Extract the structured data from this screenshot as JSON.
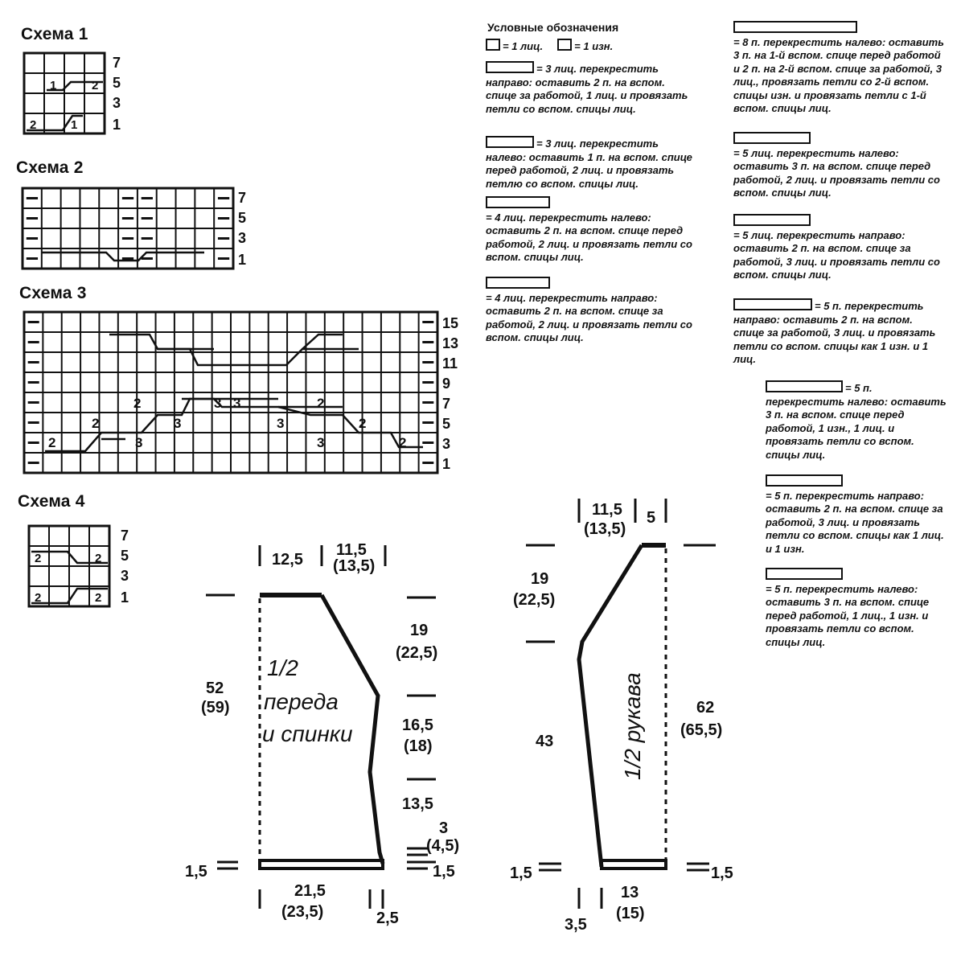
{
  "scheme_titles": [
    "Схема 1",
    "Схема 2",
    "Схема 3",
    "Схема 4"
  ],
  "scheme1": {
    "cols": 4,
    "rows": 4,
    "row_labels": [
      "7",
      "5",
      "3",
      "1"
    ]
  },
  "scheme2": {
    "cols": 11,
    "rows": 4,
    "row_labels": [
      "7",
      "5",
      "3",
      "1"
    ]
  },
  "scheme3": {
    "cols": 22,
    "rows": 8,
    "row_labels": [
      "15",
      "13",
      "11",
      "9",
      "7",
      "5",
      "3",
      "1"
    ]
  },
  "scheme4": {
    "cols": 4,
    "rows": 4,
    "row_labels": [
      "7",
      "5",
      "3",
      "1"
    ]
  },
  "legend": {
    "heading": "Условные обозначения",
    "knit": "= 1 лиц.",
    "purl": "= 1 изн.",
    "items_col1": [
      "= 3 лиц. перекрестить направо: оставить 2 п. на вспом. спице за работой, 1 лиц. и провязать петли со вспом. спицы лиц.",
      "= 3 лиц. перекрестить налево: оставить 1 п. на вспом. спице перед работой, 2 лиц. и провязать петлю со вспом. спицы лиц.",
      "= 4 лиц. перекрестить налево: оставить 2 п. на вспом. спице перед работой, 2 лиц. и провязать петли со вспом. спицы лиц.",
      "= 4 лиц. перекрестить направо: оставить 2 п. на вспом. спице за работой, 2 лиц. и провязать петли со вспом. спицы лиц."
    ],
    "items_col2": [
      "= 8 п. перекрестить налево: оставить 3 п. на 1-й вспом. спице перед работой и 2 п. на 2-й вспом. спице за работой, 3 лиц., провязать петли со 2-й вспом. спицы изн. и провязать петли с 1-й вспом. спицы лиц.",
      "= 5 лиц. перекрестить налево: оставить 3 п. на вспом. спице перед работой, 2 лиц. и провязать петли со вспом. спицы лиц.",
      "= 5 лиц. перекрестить направо: оставить 2 п. на вспом. спице за работой, 3 лиц. и провязать петли со вспом. спицы лиц.",
      "= 5 п. перекрестить направо: оставить 2 п. на вспом. спице за работой, 3 лиц. и провязать петли со вспом. спицы как 1 изн. и 1 лиц.",
      "= 5 п. перекрестить налево: оставить 3 п. на вспом. спице перед работой, 1 изн., 1 лиц. и провязать петли со вспом. спицы лиц.",
      "= 5 п. перекрестить направо: оставить 2 п. на вспом. спице за работой, 3 лиц. и провязать петли со вспом. спицы как 1 лиц. и 1 изн.",
      "= 5 п. перекрестить налево: оставить 3 п. на вспом. спице перед работой, 1 лиц., 1 изн. и провязать петли со вспом. спицы лиц."
    ]
  },
  "body_pattern": {
    "label_line1": "1/2",
    "label_line2": "переда",
    "label_line3": "и спинки",
    "top_left": "12,5",
    "top_right_1": "11,5",
    "top_right_2": "(13,5)",
    "left_h_1": "52",
    "left_h_2": "(59)",
    "arm_1": "19",
    "arm_2": "(22,5)",
    "mid_1": "16,5",
    "mid_2": "(18)",
    "low": "13,5",
    "small_1": "3",
    "small_2": "(4,5)",
    "hem_left": "1,5",
    "hem_right": "1,5",
    "bottom_1": "21,5",
    "bottom_2": "(23,5)",
    "bottom_right": "2,5"
  },
  "sleeve_pattern": {
    "label": "1/2 рукава",
    "top_1": "11,5",
    "top_2": "(13,5)",
    "top_right": "5",
    "cap_1": "19",
    "cap_2": "(22,5)",
    "left_len": "43",
    "total_1": "62",
    "total_2": "(65,5)",
    "hem_left": "1,5",
    "hem_right": "1,5",
    "bottom_left": "3,5",
    "bottom_1": "13",
    "bottom_2": "(15)"
  }
}
